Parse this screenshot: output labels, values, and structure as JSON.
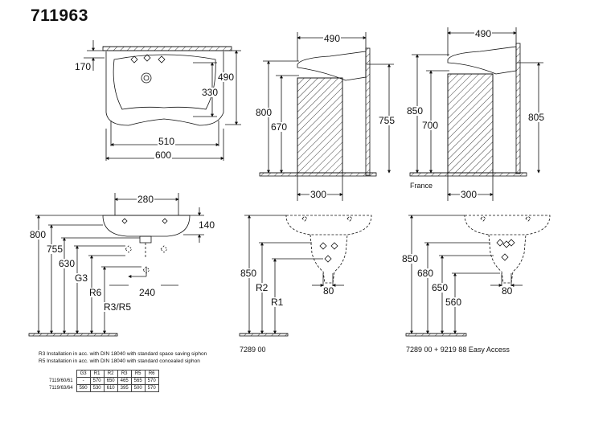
{
  "title": "711963",
  "top_left": {
    "d170": "170",
    "d490": "490",
    "d330": "330",
    "d510": "510",
    "d600": "600"
  },
  "side1": {
    "d490": "490",
    "d800": "800",
    "d670": "670",
    "d755": "755",
    "d300": "300"
  },
  "side2": {
    "d490": "490",
    "d850": "850",
    "d700": "700",
    "d805": "805",
    "d300": "300",
    "france": "France"
  },
  "bottom_left": {
    "d280": "280",
    "d140": "140",
    "d800": "800",
    "d755": "755",
    "d630": "630",
    "g3": "G3",
    "r6": "R6",
    "d240": "240",
    "r3r5": "R3/R5"
  },
  "bottom_mid": {
    "d850": "850",
    "r2": "R2",
    "r1": "R1",
    "d80": "80",
    "caption": "7289 00"
  },
  "bottom_right": {
    "d850": "850",
    "d680": "680",
    "d650": "650",
    "d560": "560",
    "d80": "80",
    "caption": "7289 00 + 9219 88 Easy Access"
  },
  "notes": {
    "r3": "R3  Installation in acc. with DIN 18040 with standard space saving siphon",
    "r5": "R5  Installation in acc. with DIN 18040 with standard concealed siphon"
  },
  "table": {
    "headers": [
      "G3",
      "R1",
      "R2",
      "R3",
      "R5",
      "R6"
    ],
    "rows": [
      {
        "label": "7119/60/61",
        "cells": [
          "-",
          "570",
          "650",
          "465",
          "565",
          "570"
        ]
      },
      {
        "label": "7119/63/64",
        "cells": [
          "590",
          "530",
          "610",
          "395",
          "500",
          "570"
        ]
      }
    ]
  }
}
